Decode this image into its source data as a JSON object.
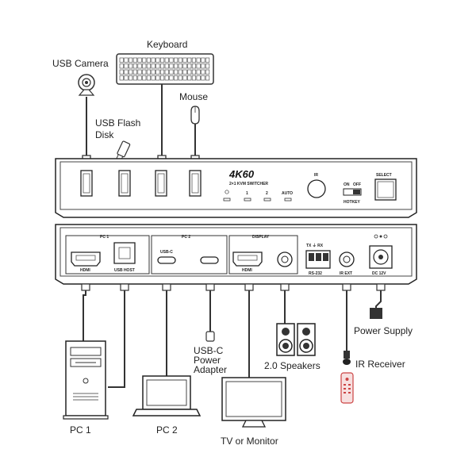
{
  "labels": {
    "usb_camera": "USB Camera",
    "keyboard": "Keyboard",
    "mouse": "Mouse",
    "usb_flash_line1": "USB Flash",
    "usb_flash_line2": "Disk",
    "usbc_adapter_line1": "USB-C",
    "usbc_adapter_line2": "Power",
    "usbc_adapter_line3": "Adapter",
    "speakers": "2.0 Speakers",
    "power_supply": "Power Supply",
    "ir_receiver": "IR Receiver",
    "pc1": "PC 1",
    "pc2": "PC 2",
    "tv": "TV or Monitor"
  },
  "front_panel": {
    "model": "4K60",
    "subtitle": "2×1 KVM SWITCHER",
    "led_1": "1",
    "led_2": "2",
    "led_auto": "AUTO",
    "ir": "IR",
    "on": "ON",
    "off": "OFF",
    "hotkey": "HOTKEY",
    "select": "SELECT"
  },
  "rear_panel": {
    "pc1": "PC 1",
    "pc2": "PC 2",
    "display": "DISPLAY",
    "usbc": "USB-C",
    "hdmi_pc1": "HDMI",
    "usb_host": "USB HOST",
    "hdmi_out": "HDMI",
    "rs232_top": "TX ⏚ RX",
    "rs232": "RS-232",
    "ir_ext": "IR EXT",
    "dc": "DC 12V"
  }
}
